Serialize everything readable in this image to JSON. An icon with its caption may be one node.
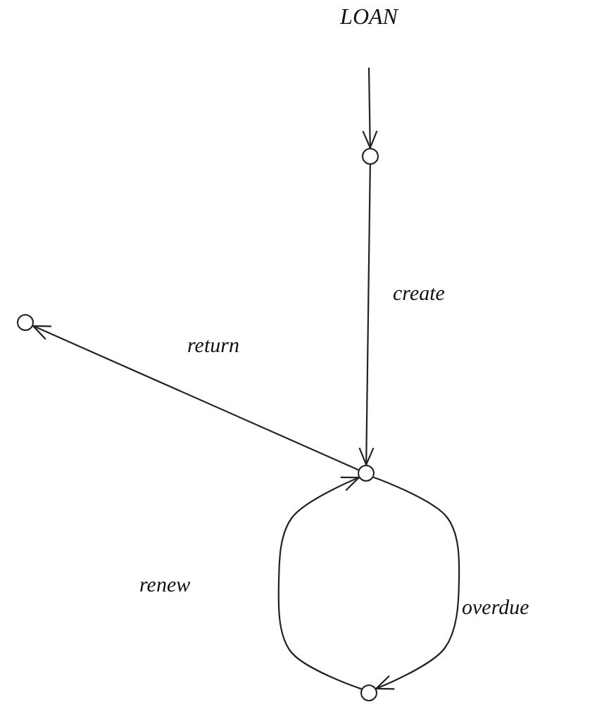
{
  "diagram": {
    "title": "LOAN",
    "nodes": [
      {
        "text": [],
        "shape": "circle"
      },
      {
        "text": [],
        "shape": "circle"
      },
      {
        "text": [],
        "shape": "circle"
      },
      {
        "text": [],
        "shape": "circle"
      }
    ],
    "edges": [
      {
        "from": null,
        "to": 0,
        "arrow": "to"
      },
      {
        "from": 0,
        "to": 1,
        "arrow": "to",
        "label": "create"
      },
      {
        "from": 1,
        "to": 2,
        "arrow": "to",
        "label": "return"
      },
      {
        "from": 1,
        "to": 3,
        "arrow": "to",
        "label": "overdue"
      },
      {
        "from": 3,
        "to": 1,
        "arrow": "to",
        "label": "renew"
      }
    ]
  }
}
